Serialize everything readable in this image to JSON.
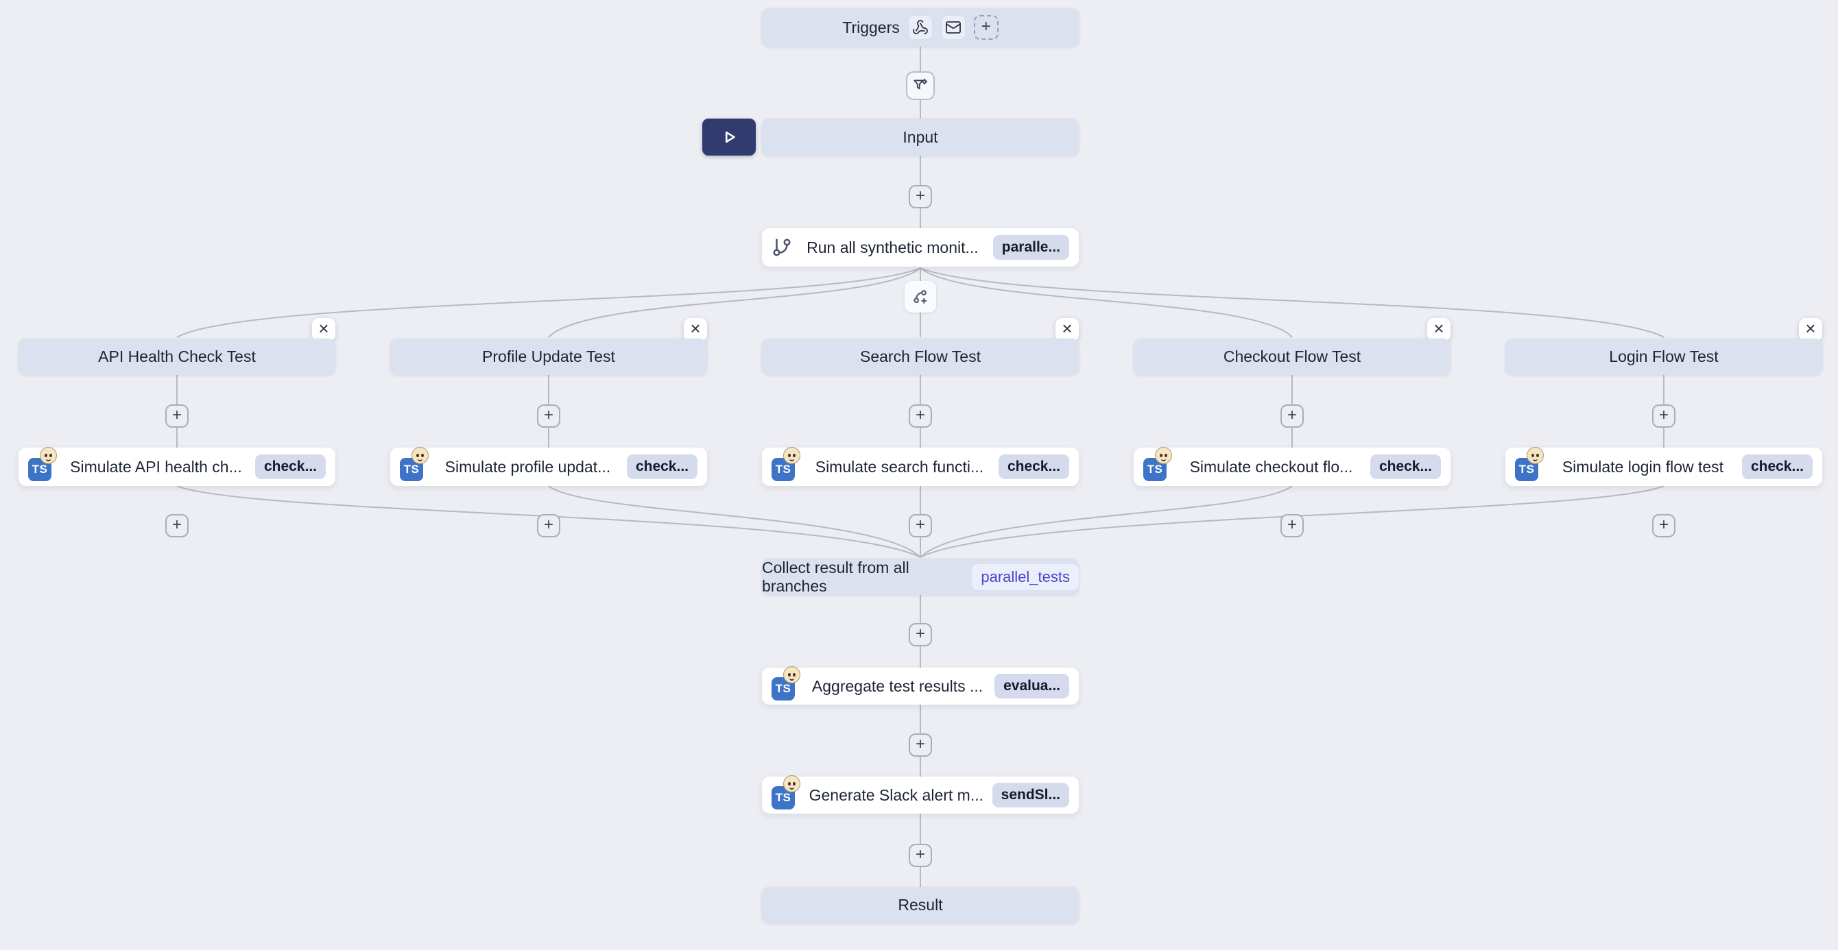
{
  "icons": {
    "plus": "+",
    "close": "×",
    "ts": "TS"
  },
  "triggers": {
    "label": "Triggers"
  },
  "input": {
    "label": "Input"
  },
  "run_all": {
    "title": "Run all synthetic monit...",
    "badge": "paralle..."
  },
  "branches": [
    {
      "name": "API Health Check Test",
      "step_title": "Simulate API health ch...",
      "step_badge": "check..."
    },
    {
      "name": "Profile Update Test",
      "step_title": "Simulate profile updat...",
      "step_badge": "check..."
    },
    {
      "name": "Search Flow Test",
      "step_title": "Simulate search functi...",
      "step_badge": "check..."
    },
    {
      "name": "Checkout Flow Test",
      "step_title": "Simulate checkout flo...",
      "step_badge": "check..."
    },
    {
      "name": "Login Flow Test",
      "step_title": "Simulate login flow test",
      "step_badge": "check..."
    }
  ],
  "collect": {
    "title": "Collect result from all branches",
    "badge": "parallel_tests"
  },
  "aggregate": {
    "title": "Aggregate test results ...",
    "badge": "evalua..."
  },
  "slack_step": {
    "title": "Generate Slack alert m...",
    "badge": "sendSl..."
  },
  "result": {
    "label": "Result"
  },
  "colors": {
    "canvas": "#EDEEF3",
    "node_header": "#DCE1EF",
    "badge_bg": "#D5DAEC",
    "accent_text": "#4A46CB",
    "play_button": "#323B6F",
    "edge": "#B6B8C5",
    "ts_blue": "#3E74C7"
  }
}
